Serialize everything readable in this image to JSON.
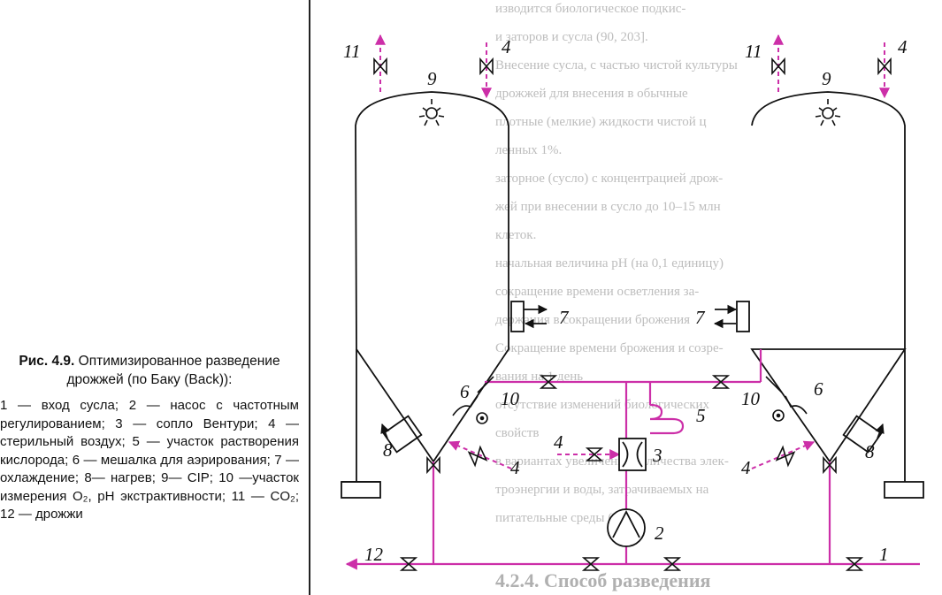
{
  "caption": {
    "figure_label": "Рис. 4.9.",
    "title_rest": " Оптимизированное разведение дрожжей (по Баку (Back)):",
    "legend": "1 — вход сусла; 2 — насос с частотным регулированием; 3 — сопло Вентури; 4 — стерильный воздух; 5 — участок растворения кислорода; 6 — мешалка для аэрирования; 7 — охлаждение; 8— нагрев; 9— CIP; 10 —участок измерения O₂, pH экстрактивности; 11 — CO₂; 12 — дрожжи"
  },
  "labels": {
    "l1": "1",
    "l2": "2",
    "l3": "3",
    "l4a": "4",
    "l4b": "4",
    "l4c": "4",
    "l4d": "4",
    "l4e": "4",
    "l5": "5",
    "l6a": "6",
    "l6b": "6",
    "l7a": "7",
    "l7b": "7",
    "l8a": "8",
    "l8b": "8",
    "l9a": "9",
    "l9b": "9",
    "l10a": "10",
    "l10b": "10",
    "l11a": "11",
    "l11b": "11",
    "l12": "12"
  },
  "colors": {
    "line": "#1a1a1a",
    "flow": "#cc2fa8",
    "bleed": "#bdbdbd"
  },
  "background_text": [
    "изводится биологическое подкис-",
    "и заторов и сусла (90, 203].",
    "Внесение сусла, с частью чистой культуры",
    "дрожжей для внесения в обычные",
    "плотные (мелкие) жидкости чистой ц",
    "ленных 1%.",
    "заторное (сусло) с концентрацией дрож-",
    "жей при внесении в сусло до 10–15 млн",
    "клеток.",
    "начальная величина pH (на 0,1 единицу)",
    "сокращение времени осветления за-",
    "держания в сокращении брожения",
    "Сокращение времени брожения и созре-",
    "вания на 1 день",
    "отсутствие изменений биологических",
    "свойств",
    "в вариантах увеличения количества элек-",
    "троэнергии и воды, затрачиваемых на",
    "питательные среды (205].",
    "4.2.4. Способ разведения"
  ],
  "icons": [
    "valve-icon",
    "pump-icon",
    "venturi-nozzle-icon",
    "cip-spray-ball-icon",
    "agitator-icon",
    "heat-exchanger-icon"
  ]
}
